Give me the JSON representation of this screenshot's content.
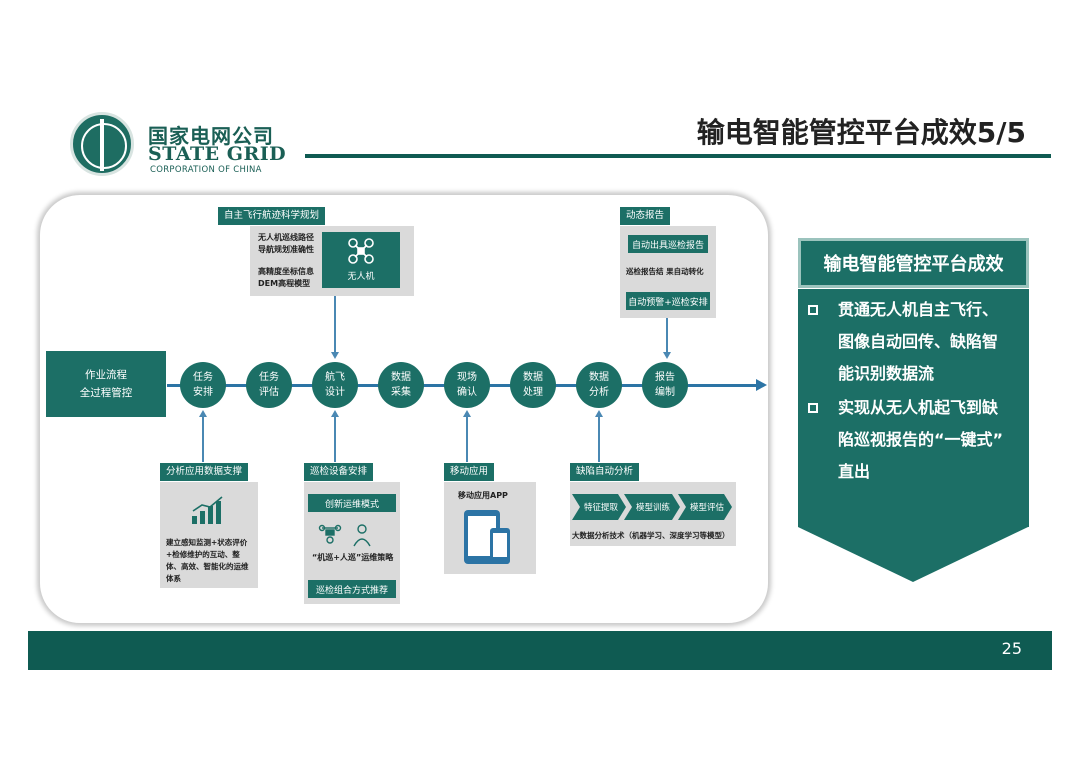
{
  "header": {
    "company_cn": "国家电网公司",
    "company_en": "STATE GRID",
    "company_en_sub": "CORPORATION OF CHINA",
    "slide_title": "输电智能管控平台成效5/5"
  },
  "flow": {
    "start": {
      "line1": "作业流程",
      "line2": "全过程管控"
    },
    "steps": [
      {
        "line1": "任务",
        "line2": "安排"
      },
      {
        "line1": "任务",
        "line2": "评估"
      },
      {
        "line1": "航飞",
        "line2": "设计"
      },
      {
        "line1": "数据",
        "line2": "采集"
      },
      {
        "line1": "现场",
        "line2": "确认"
      },
      {
        "line1": "数据",
        "line2": "处理"
      },
      {
        "line1": "数据",
        "line2": "分析"
      },
      {
        "line1": "报告",
        "line2": "编制"
      }
    ]
  },
  "boxes": {
    "flight_plan": {
      "tag": "自主飞行航迹科学规划",
      "text1a": "无人机巡线路径",
      "text1b": "导航规划准确性",
      "text2a": "高精度坐标信息",
      "text2b": "DEM高程模型",
      "drone_label": "无人机",
      "drone_icon": "drone-icon"
    },
    "report": {
      "tag": "动态报告",
      "btn1": "自动出具巡检报告",
      "mid": "巡检报告结 果自动转化",
      "btn2": "自动预警+巡检安排"
    },
    "analysis": {
      "tag": "分析应用数据支撑",
      "icon": "bar-chart-icon",
      "text": "建立感知监测+状态评价+检修维护的互动、整体、高效、智能化的运维体系"
    },
    "equipment": {
      "tag": "巡检设备安排",
      "btn1": "创新运维模式",
      "mid": "“机巡+人巡”运维策略",
      "btn2": "巡检组合方式推荐"
    },
    "mobile": {
      "tag": "移动应用",
      "label": "移动应用APP",
      "icon": "mobile-device-icon"
    },
    "defect": {
      "tag": "缺陷自动分析",
      "chevrons": [
        "特征提取",
        "模型训练",
        "模型评估"
      ],
      "caption": "大数据分析技术（机器学习、深度学习等模型）"
    }
  },
  "callout": {
    "title": "输电智能管控平台成效",
    "points": [
      {
        "lines": [
          "贯通无人机自主飞行、",
          "图像自动回传、缺陷智",
          "能识别数据流"
        ]
      },
      {
        "lines": [
          "实现从无人机起飞到缺",
          "陷巡视报告的“一键式”",
          "直出"
        ]
      }
    ]
  },
  "footer": {
    "page_number": "25"
  },
  "colors": {
    "primary": "#1c6f66",
    "dark": "#0f5b52",
    "line": "#2c74a5",
    "panel_box": "#dadada"
  }
}
